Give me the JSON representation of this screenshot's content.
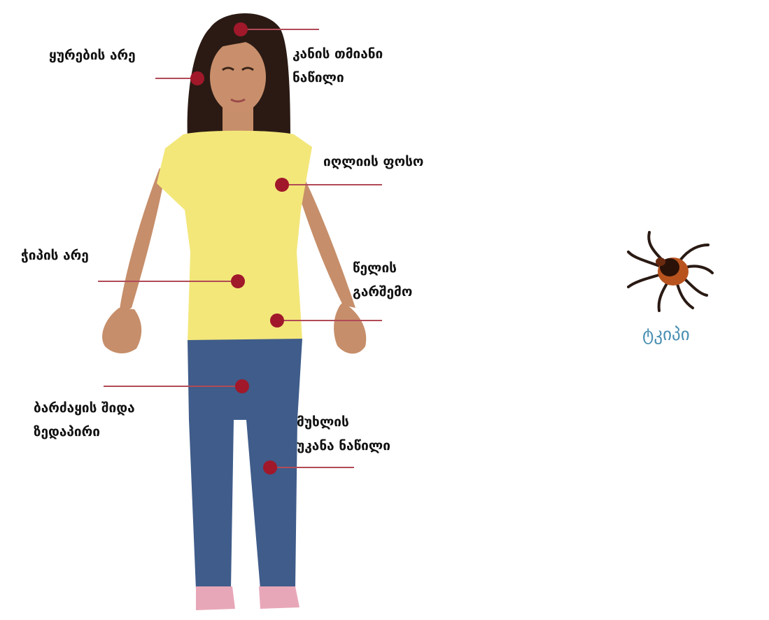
{
  "labels": {
    "ear": {
      "lines": [
        "ყურების არე"
      ]
    },
    "scalp": {
      "lines": [
        "კანის თმიანი",
        "ნაწილი"
      ]
    },
    "armpit": {
      "lines": [
        "იღლიის ფოსო"
      ]
    },
    "navel": {
      "lines": [
        "ჭიპის არე"
      ]
    },
    "waist": {
      "lines": [
        "წელის",
        "გარშემო"
      ]
    },
    "thigh": {
      "lines": [
        "ბარძაყის შიდა",
        "ზედაპირი"
      ]
    },
    "knee": {
      "lines": [
        "მუხლის",
        "უკანა ნაწილი"
      ]
    }
  },
  "tick": {
    "caption": "ტკიპი"
  },
  "colors": {
    "marker": "#a0182a",
    "leader": "#b24a57",
    "shirt": "#f3e77a",
    "jeans": "#3f5c8a",
    "skin": "#c68e6a",
    "hair": "#2b1a14",
    "caption": "#4a8fb2"
  }
}
